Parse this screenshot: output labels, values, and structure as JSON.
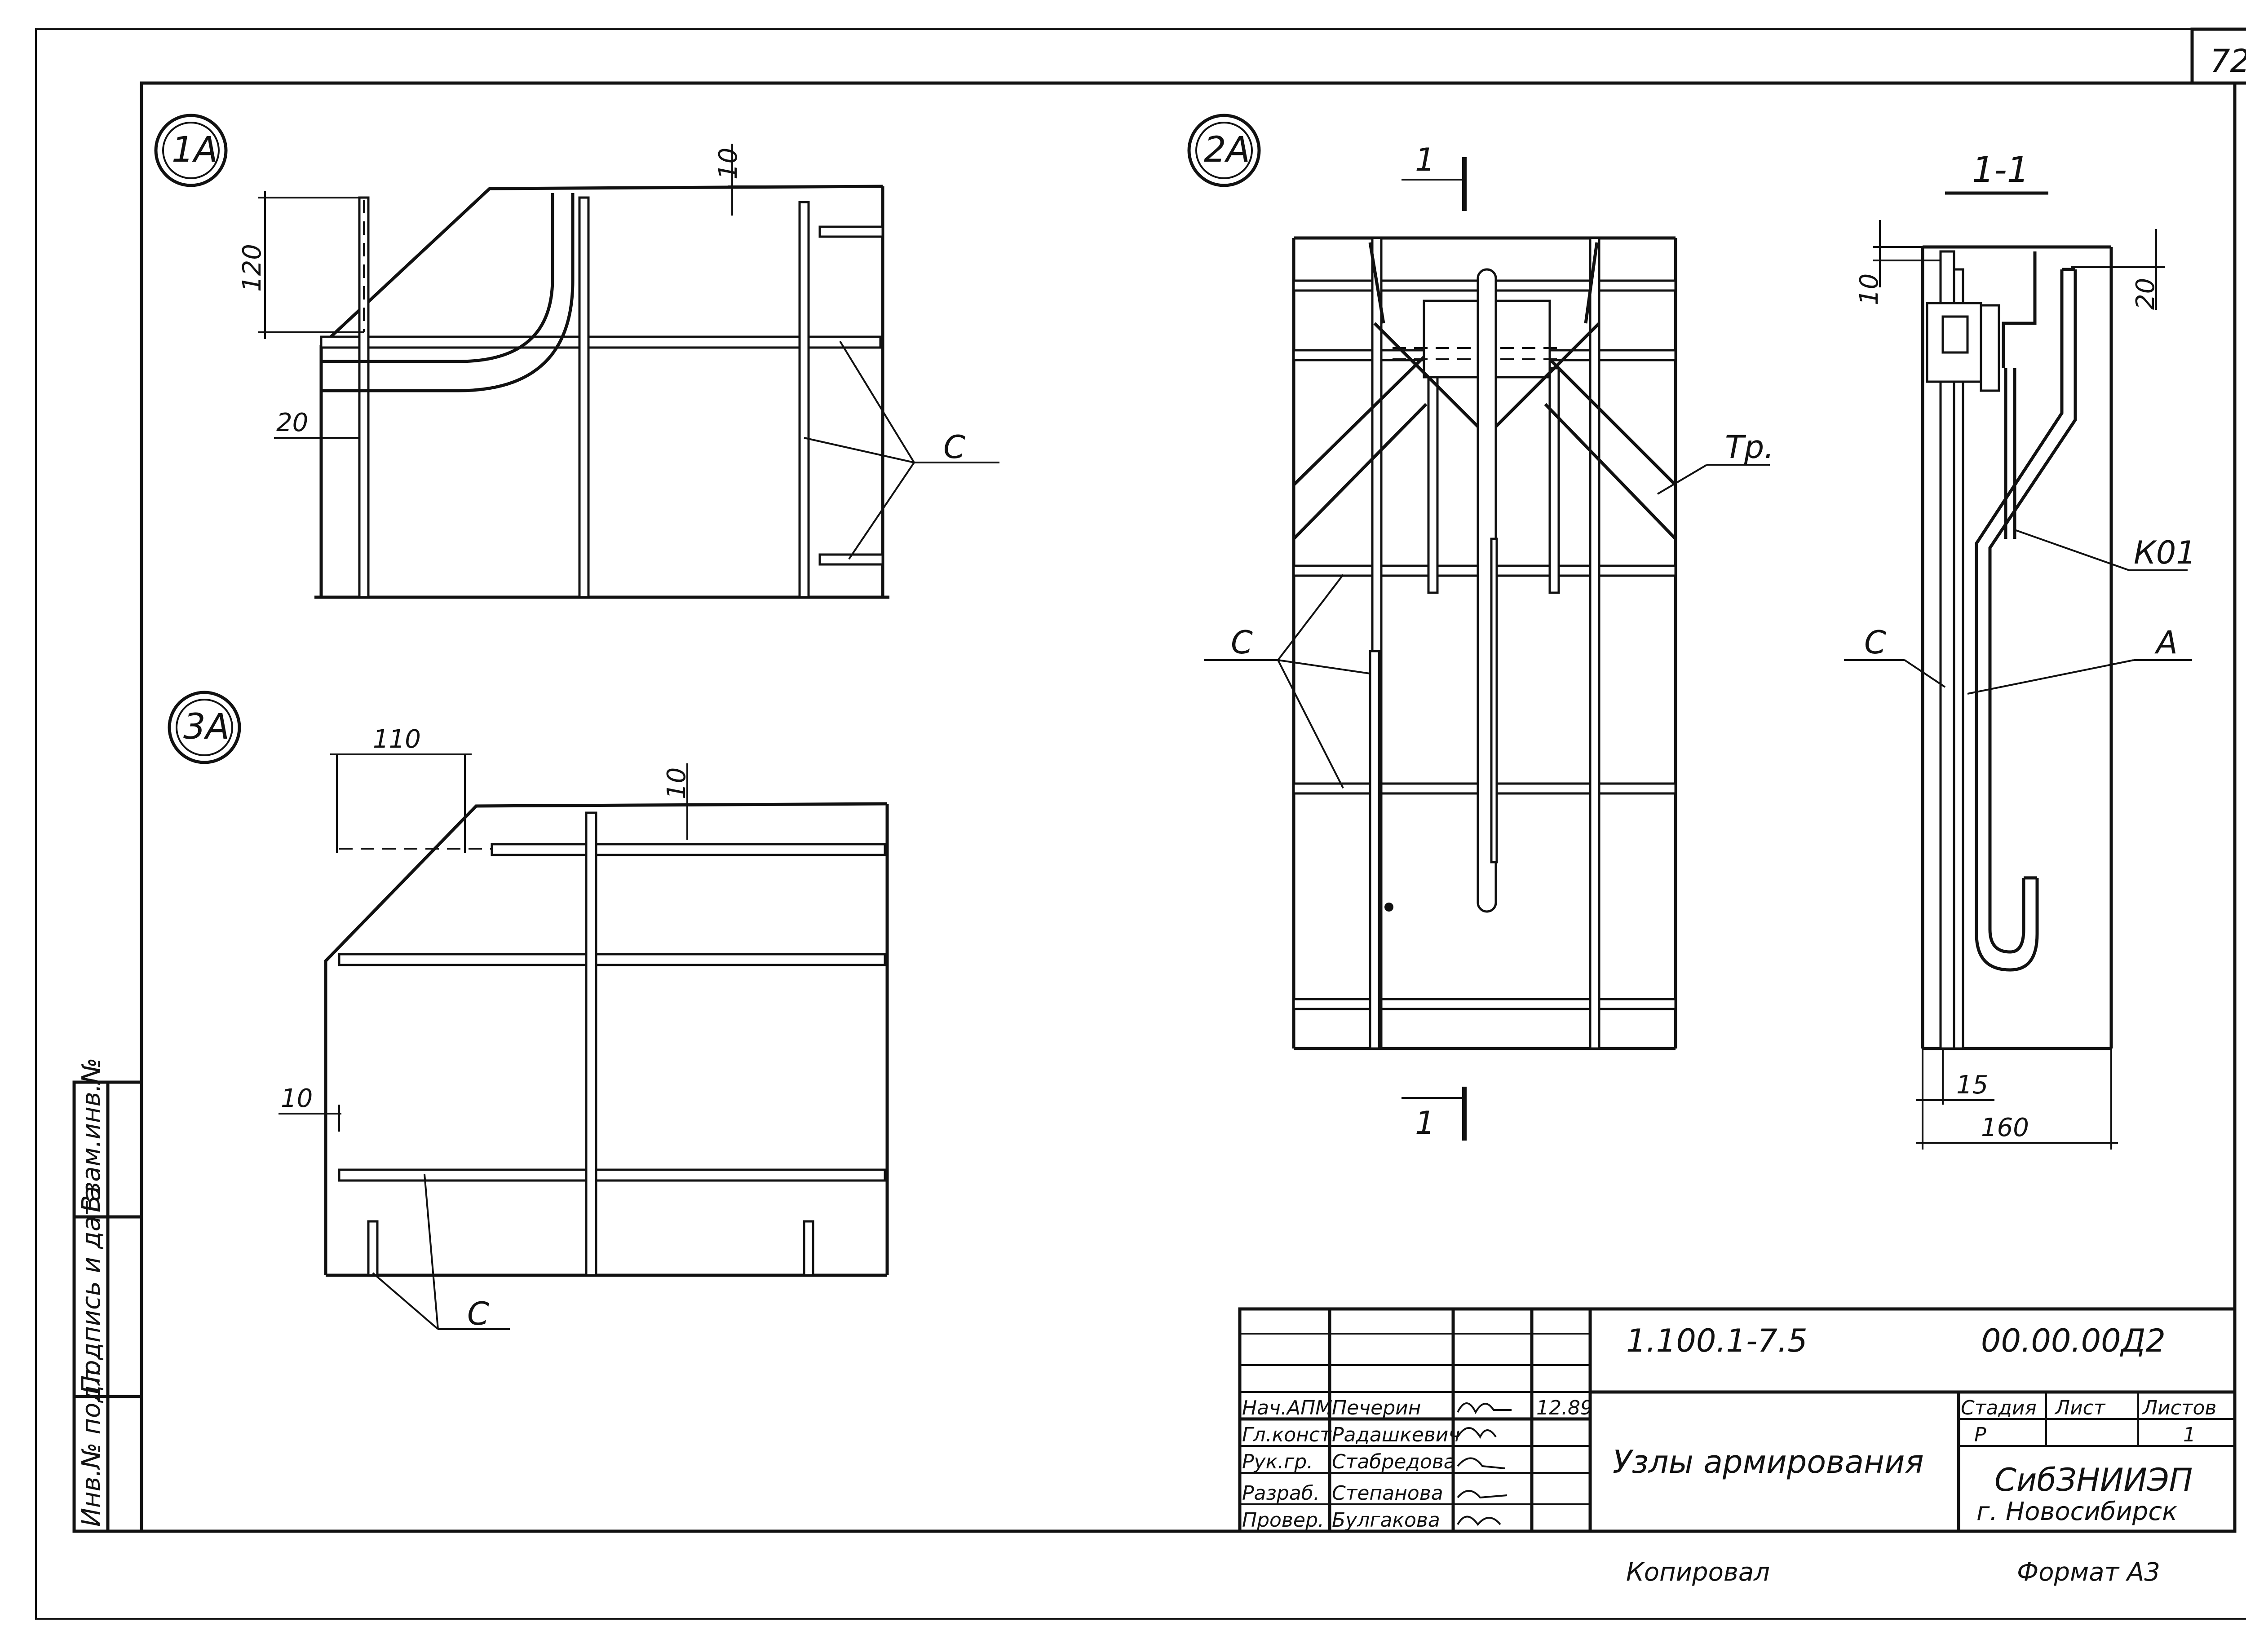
{
  "page_number": "72",
  "side_stamp": {
    "cells": [
      "Инв.№ подл.",
      "Подпись и дата",
      "Взам.инв.№"
    ]
  },
  "detail_1a": {
    "marker": "1А",
    "dims": [
      "120",
      "20",
      "10"
    ],
    "callout": "С"
  },
  "detail_2a": {
    "marker": "2А",
    "section_mark": "1",
    "callout_tr": "Тр.",
    "callout_c": "С"
  },
  "section_1_1": {
    "title": "1-1",
    "dims": [
      "10",
      "20",
      "15",
      "160"
    ],
    "callouts": [
      "К01",
      "С",
      "А"
    ]
  },
  "detail_3a": {
    "marker": "3А",
    "dims": [
      "110",
      "10",
      "10"
    ],
    "callout": "С"
  },
  "title_block": {
    "doc_code": "1.100.1-7.5",
    "doc_number": "00.00.00Д2",
    "roles": [
      "Нач.АПМ",
      "Гл.конст",
      "Рук.гр.",
      "Разраб.",
      "Провер."
    ],
    "names": [
      "Печерин",
      "Радашкевич",
      "Стабредова",
      "Степанова",
      "Булгакова"
    ],
    "date": "12.89",
    "sheet_title": "Узлы армирования",
    "stage_label": "Стадия",
    "sheet_label": "Лист",
    "sheets_label": "Листов",
    "stage_value": "Р",
    "sheets_value": "1",
    "org_name": "СибЗНИИЭП",
    "org_city": "г. Новосибирск"
  },
  "footer": {
    "copied": "Копировал",
    "format": "Формат А3"
  }
}
